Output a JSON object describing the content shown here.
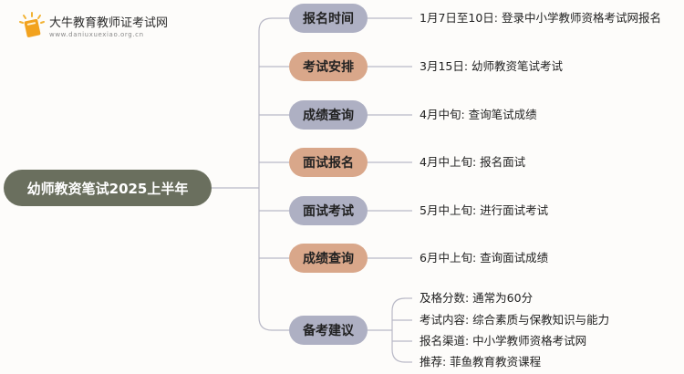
{
  "brand": {
    "name": "大牛教育教师证考试网",
    "url": "www.daniuxuexiao.org.cn",
    "icon": "book-icon"
  },
  "root": {
    "label": "幼师教资笔试2025上半年"
  },
  "branches": [
    {
      "label": "报名时间",
      "color": "blue",
      "details": [
        "1月7日至10日: 登录中小学教师资格考试网报名"
      ]
    },
    {
      "label": "考试安排",
      "color": "orange",
      "details": [
        "3月15日: 幼师教资笔试考试"
      ]
    },
    {
      "label": "成绩查询",
      "color": "blue",
      "details": [
        "4月中旬: 查询笔试成绩"
      ]
    },
    {
      "label": "面试报名",
      "color": "orange",
      "details": [
        "4月中上旬: 报名面试"
      ]
    },
    {
      "label": "面试考试",
      "color": "blue",
      "details": [
        "5月中上旬: 进行面试考试"
      ]
    },
    {
      "label": "成绩查询",
      "color": "orange",
      "details": [
        "6月中上旬: 查询面试成绩"
      ]
    },
    {
      "label": "备考建议",
      "color": "blue",
      "details": [
        "及格分数: 通常为60分",
        "考试内容: 综合素质与保教知识与能力",
        "报名渠道: 中小学教师资格考试网",
        "推荐: 菲鱼教育教资课程"
      ]
    }
  ],
  "colors": {
    "root": "#6a6f5e",
    "blue": "#aeb0c3",
    "orange": "#d9a78a",
    "line": "#b8b8c6"
  }
}
